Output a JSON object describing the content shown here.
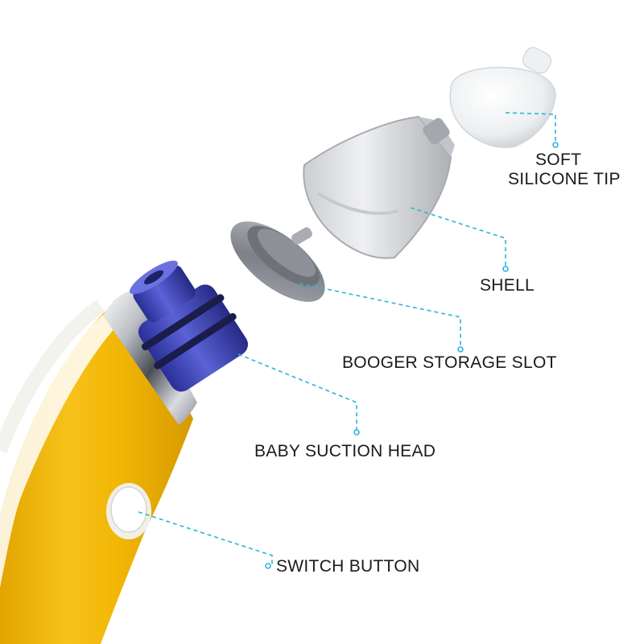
{
  "labels": {
    "soft_silicone_tip_line1": "SOFT",
    "soft_silicone_tip_line2": "SILICONE TIP",
    "shell": "SHELL",
    "booger_storage_slot": "BOOGER STORAGE SLOT",
    "baby_suction_head": "BABY SUCTION HEAD",
    "switch_button": "SWITCH BUTTON"
  },
  "colors": {
    "body_yellow": "#f2b705",
    "suction_head_blue": "#3a3fb0",
    "leader_line": "#2ab4e0",
    "tip_white": "#f4f4f4",
    "shell_grey": "#9ea2a8"
  }
}
